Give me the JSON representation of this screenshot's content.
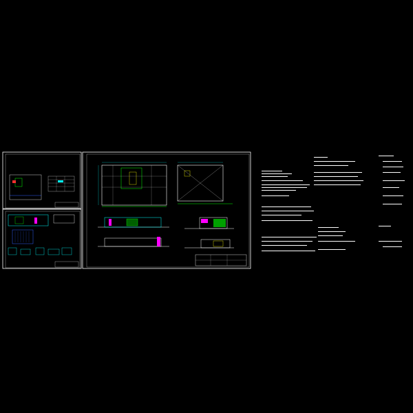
{
  "colors": {
    "background": "#000000",
    "frame": "#ffffff",
    "line_cyan": "#00ffff",
    "line_green": "#00ff00",
    "line_magenta": "#ff00ff",
    "line_red": "#ff3030",
    "line_blue": "#3060ff",
    "line_yellow": "#ffff00",
    "text_white": "#ffffff"
  },
  "drawing": {
    "title_label": "",
    "sheets": [
      {
        "id": "sheet-1",
        "kind": "site-plan"
      },
      {
        "id": "sheet-2",
        "kind": "details"
      },
      {
        "id": "sheet-3",
        "kind": "plans-elevations"
      }
    ],
    "notes_panel": {
      "kind": "design-notes"
    }
  }
}
